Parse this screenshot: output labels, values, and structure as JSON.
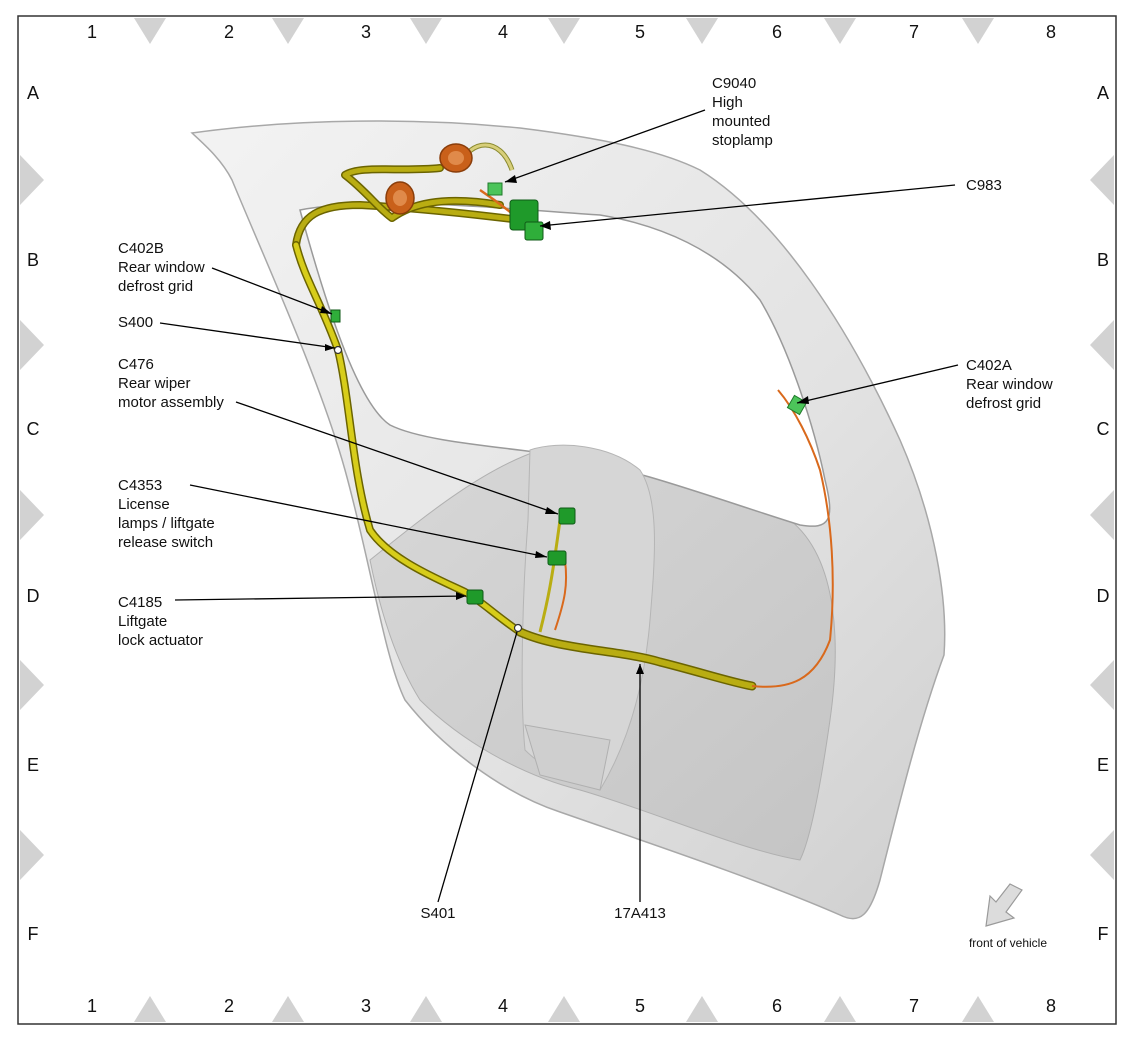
{
  "grid": {
    "columns": [
      "1",
      "2",
      "3",
      "4",
      "5",
      "6",
      "7",
      "8"
    ],
    "rows": [
      "A",
      "B",
      "C",
      "D",
      "E",
      "F"
    ]
  },
  "callouts": {
    "c9040": [
      "C9040",
      "High",
      "mounted",
      "stoplamp"
    ],
    "c983": [
      "C983"
    ],
    "c402b": [
      "C402B",
      "Rear window",
      "defrost grid"
    ],
    "s400": [
      "S400"
    ],
    "c476": [
      "C476",
      "Rear wiper",
      "motor assembly"
    ],
    "c4353": [
      "C4353",
      "License",
      "lamps / liftgate",
      "release switch"
    ],
    "c4185": [
      "C4185",
      "Liftgate",
      "lock actuator"
    ],
    "c402a": [
      "C402A",
      "Rear window",
      "defrost grid"
    ],
    "s401": [
      "S401"
    ],
    "harness": [
      "17A413"
    ]
  },
  "direction_label": "front of vehicle",
  "colors": {
    "harness": "#b9ad12",
    "harness_outline": "#6b6400",
    "wire_orange": "#d9691c",
    "connector": "#1f9a2a",
    "grommet": "#c9601a",
    "panel": "#e4e4e4",
    "panel_shade": "#c9c9c9",
    "frame_triangle": "#d2d2d2"
  }
}
